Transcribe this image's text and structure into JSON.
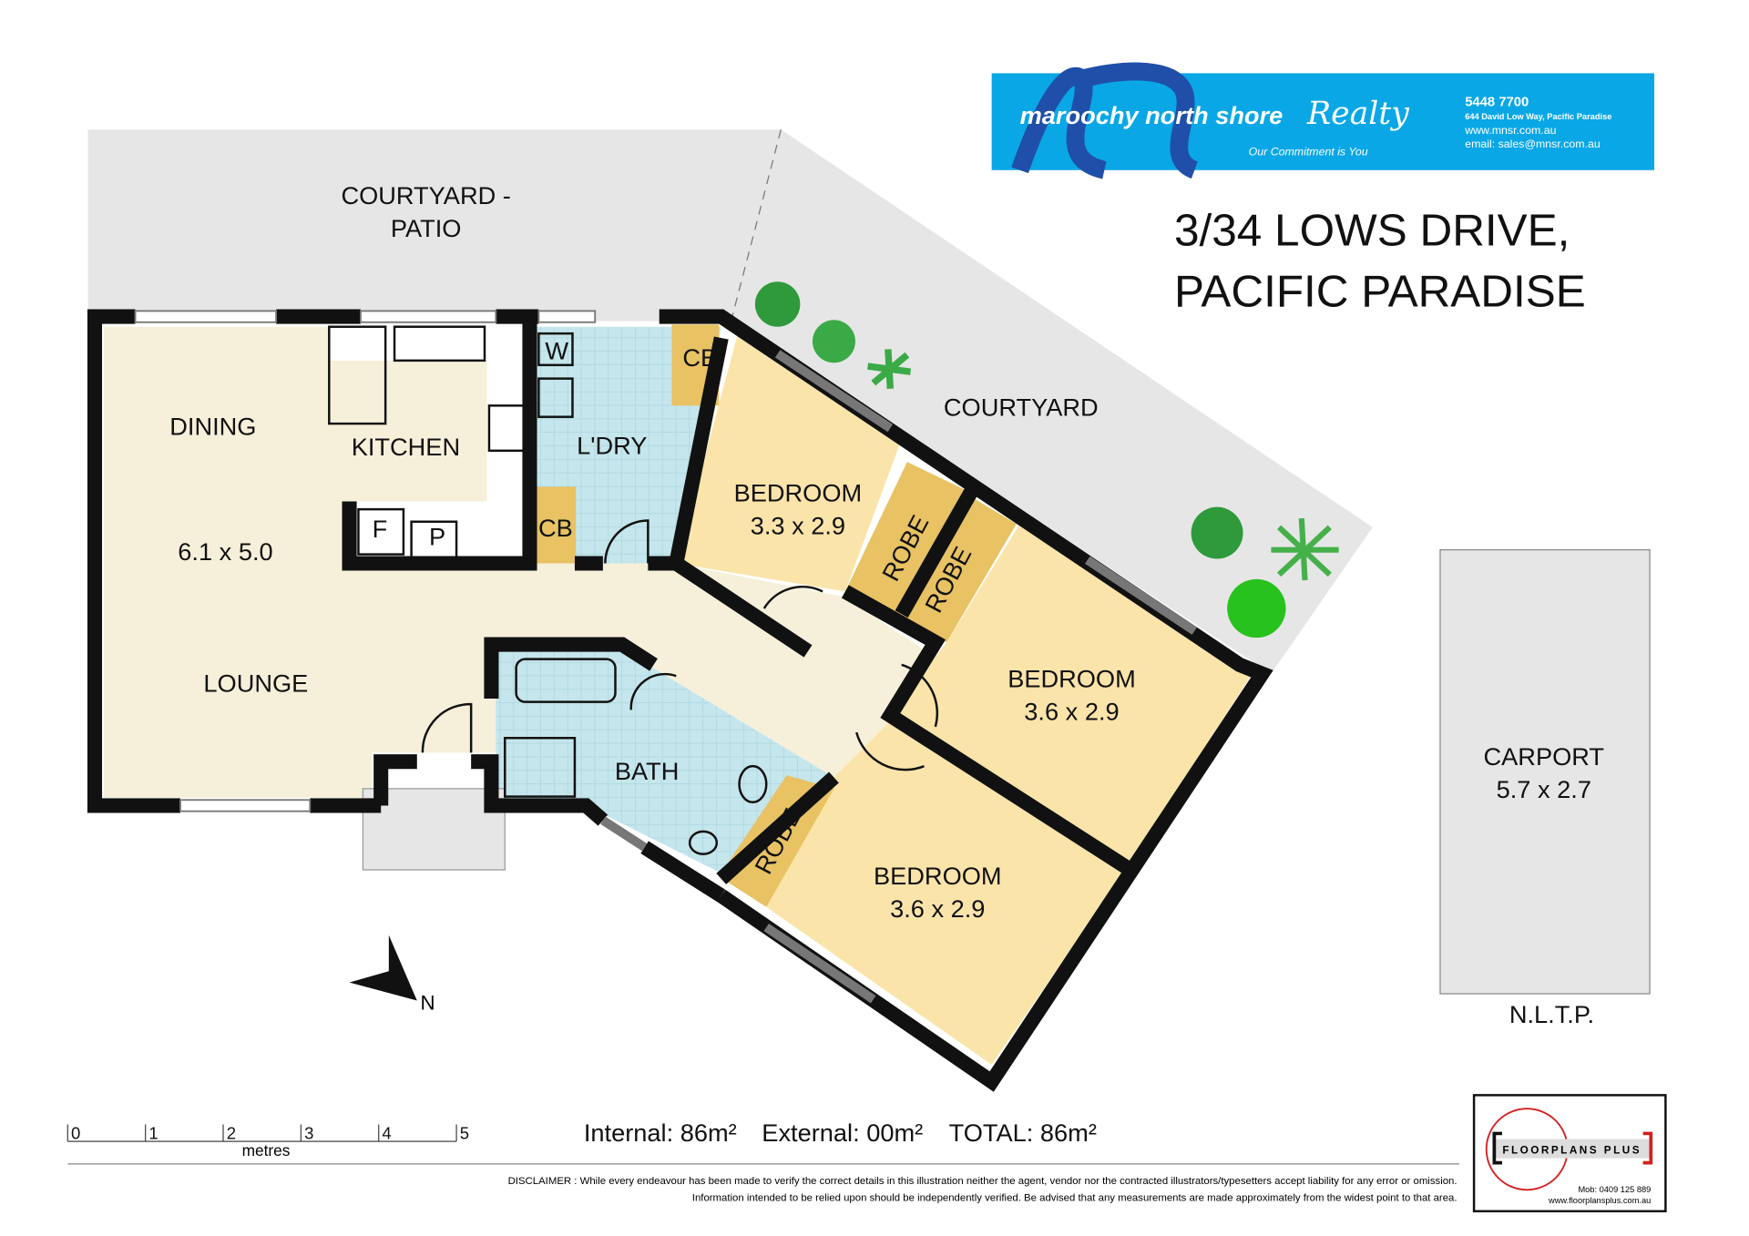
{
  "agency": {
    "name": "maroochy north shore",
    "name_script": "Realty",
    "tagline": "Our Commitment is You",
    "phone": "5448 7700",
    "address": "644 David Low Way, Pacific Paradise",
    "website": "www.mnsr.com.au",
    "email": "email: sales@mnsr.com.au",
    "brand_color": "#0aa7e6"
  },
  "property": {
    "address_line1": "3/34 LOWS DRIVE,",
    "address_line2": "PACIFIC PARADISE"
  },
  "rooms": {
    "courtyard_patio_1": "COURTYARD -",
    "courtyard_patio_2": "PATIO",
    "courtyard": "COURTYARD",
    "dining": "DINING",
    "kitchen": "KITCHEN",
    "living_size": "6.1 x 5.0",
    "lounge": "LOUNGE",
    "laundry": "L'DRY",
    "w": "W",
    "cb": "CB",
    "f": "F",
    "p": "P",
    "bath": "BATH",
    "robe": "ROBE",
    "bedroom": "BEDROOM",
    "bed1_size": "3.3 x 2.9",
    "bed2_size": "3.6 x 2.9",
    "bed3_size": "3.6 x 2.9",
    "carport": "CARPORT",
    "carport_size": "5.7 x 2.7",
    "nltp": "N.L.T.P.",
    "north": "N"
  },
  "scale": {
    "ticks": [
      "0",
      "1",
      "2",
      "3",
      "4",
      "5"
    ],
    "unit": "metres"
  },
  "areas": {
    "internal": "Internal: 86m²",
    "external": "External: 00m²",
    "total": "TOTAL: 86m²"
  },
  "disclaimer": {
    "line1": "DISCLAIMER : While every endeavour has been made to verify the correct details in this illustration neither the agent, vendor nor the contracted illustrators/typesetters accept liability for any error or omission.",
    "line2": "Information intended to be relied upon should be independently verified. Be advised that any measurements are made approximately from the widest point to that area."
  },
  "draftsman": {
    "name": "FLOORPLANS PLUS",
    "mobile": "Mob: 0409 125 889",
    "website": "www.floorplansplus.com.au"
  }
}
